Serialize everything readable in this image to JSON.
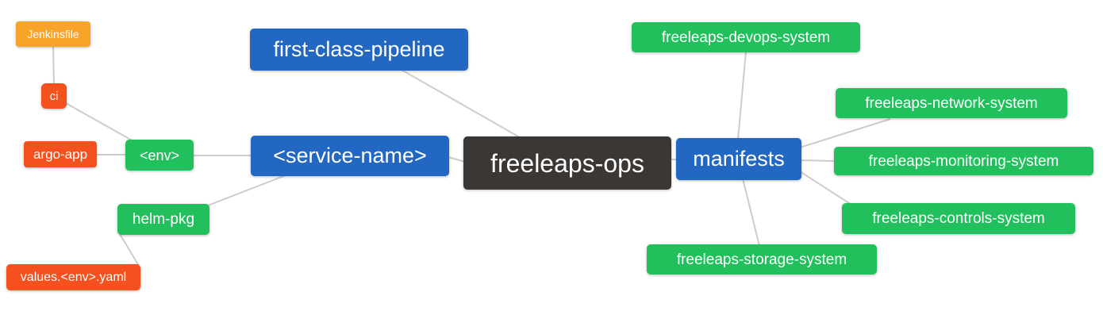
{
  "diagram": {
    "type": "mindmap",
    "background": "#ffffff",
    "edge_color": "#cccccc",
    "colors": {
      "blue": "#2268c2",
      "green": "#22bf5d",
      "red": "#f4511e",
      "orange": "#f8a32a",
      "dark": "#3b3734",
      "text": "#ffffff"
    },
    "nodes": {
      "jenkinsfile": {
        "label": "Jenkinsfile",
        "color": "orange"
      },
      "ci": {
        "label": "ci",
        "color": "red"
      },
      "argo_app": {
        "label": "argo-app",
        "color": "red"
      },
      "env": {
        "label": "<env>",
        "color": "green"
      },
      "first_class_pipeline": {
        "label": "first-class-pipeline",
        "color": "blue"
      },
      "service_name": {
        "label": "<service-name>",
        "color": "blue"
      },
      "freeleaps_ops": {
        "label": "freeleaps-ops",
        "color": "dark"
      },
      "manifests": {
        "label": "manifests",
        "color": "blue"
      },
      "helm_pkg": {
        "label": "helm-pkg",
        "color": "green"
      },
      "values_env_yaml": {
        "label": "values.<env>.yaml",
        "color": "red"
      },
      "devops_system": {
        "label": "freeleaps-devops-system",
        "color": "green"
      },
      "network_system": {
        "label": "freeleaps-network-system",
        "color": "green"
      },
      "monitoring_system": {
        "label": "freeleaps-monitoring-system",
        "color": "green"
      },
      "controls_system": {
        "label": "freeleaps-controls-system",
        "color": "green"
      },
      "storage_system": {
        "label": "freeleaps-storage-system",
        "color": "green"
      }
    },
    "edges": [
      [
        "jenkinsfile",
        "ci"
      ],
      [
        "ci",
        "env"
      ],
      [
        "argo_app",
        "env"
      ],
      [
        "env",
        "service_name"
      ],
      [
        "service_name",
        "freeleaps_ops"
      ],
      [
        "first_class_pipeline",
        "freeleaps_ops"
      ],
      [
        "helm_pkg",
        "service_name"
      ],
      [
        "values_env_yaml",
        "helm_pkg"
      ],
      [
        "freeleaps_ops",
        "manifests"
      ],
      [
        "manifests",
        "devops_system"
      ],
      [
        "manifests",
        "network_system"
      ],
      [
        "manifests",
        "monitoring_system"
      ],
      [
        "manifests",
        "controls_system"
      ],
      [
        "manifests",
        "storage_system"
      ]
    ]
  }
}
